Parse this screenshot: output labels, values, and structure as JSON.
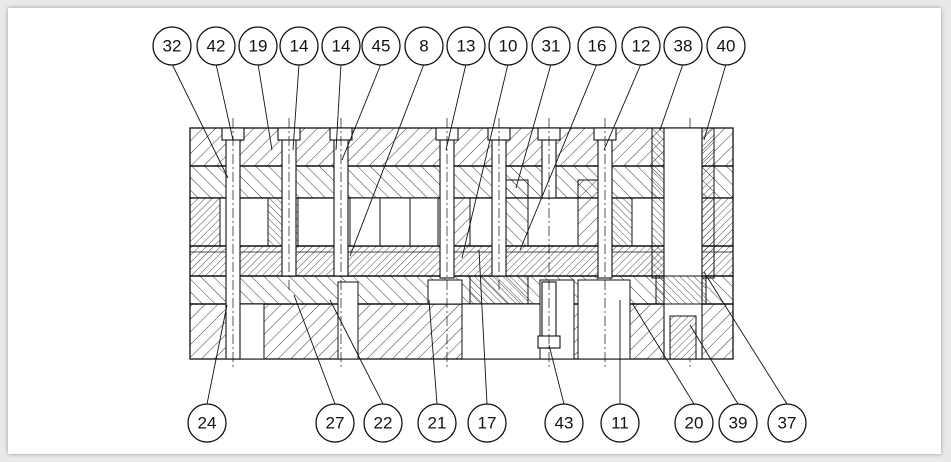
{
  "figure": {
    "top_callouts": [
      "32",
      "42",
      "19",
      "14",
      "14",
      "45",
      "8",
      "13",
      "10",
      "31",
      "16",
      "12",
      "38",
      "40"
    ],
    "bottom_callouts": [
      "24",
      "27",
      "22",
      "21",
      "17",
      "43",
      "11",
      "20",
      "39",
      "37"
    ]
  }
}
